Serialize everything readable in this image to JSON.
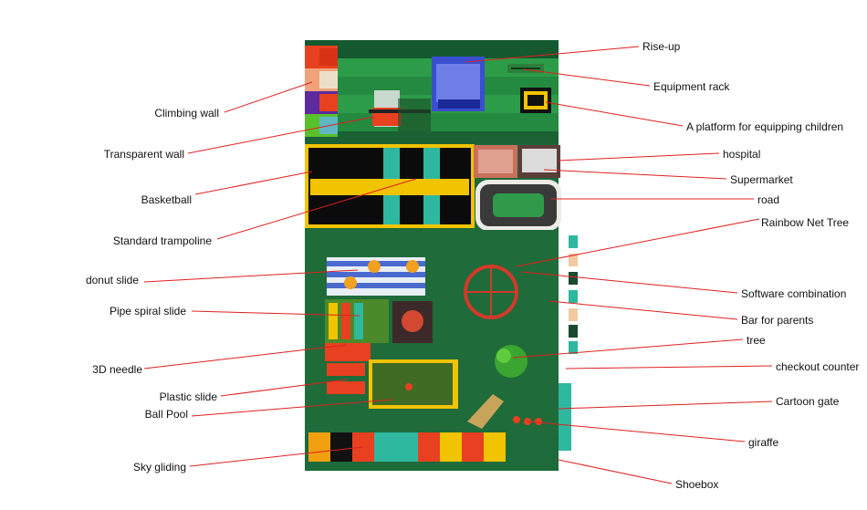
{
  "labels_left": [
    {
      "key": "climbing_wall",
      "text": "Climbing wall"
    },
    {
      "key": "transparent_wall",
      "text": "Transparent wall"
    },
    {
      "key": "basketball",
      "text": "Basketball"
    },
    {
      "key": "standard_trampoline",
      "text": "Standard trampoline"
    },
    {
      "key": "donut_slide",
      "text": "donut slide"
    },
    {
      "key": "pipe_spiral_slide",
      "text": "Pipe spiral slide"
    },
    {
      "key": "needle_3d",
      "text": "3D needle"
    },
    {
      "key": "plastic_slide",
      "text": "Plastic slide"
    },
    {
      "key": "ball_pool",
      "text": "Ball Pool"
    },
    {
      "key": "sky_gliding",
      "text": "Sky gliding"
    }
  ],
  "labels_right": [
    {
      "key": "rise_up",
      "text": "Rise-up"
    },
    {
      "key": "equipment_rack",
      "text": "Equipment rack"
    },
    {
      "key": "platform_children",
      "text": "A platform for equipping children"
    },
    {
      "key": "hospital",
      "text": "hospital"
    },
    {
      "key": "supermarket",
      "text": "Supermarket"
    },
    {
      "key": "road",
      "text": "road"
    },
    {
      "key": "rainbow_net_tree",
      "text": "Rainbow Net Tree"
    },
    {
      "key": "software_combination",
      "text": "Software combination"
    },
    {
      "key": "bar_for_parents",
      "text": "Bar for parents"
    },
    {
      "key": "tree",
      "text": "tree"
    },
    {
      "key": "checkout_counter",
      "text": "checkout counter"
    },
    {
      "key": "cartoon_gate",
      "text": "Cartoon gate"
    },
    {
      "key": "giraffe",
      "text": "giraffe"
    },
    {
      "key": "shoebox",
      "text": "Shoebox"
    }
  ],
  "colors": {
    "leader_line": "#e02020",
    "floor_dark": "#1f6b3a",
    "floor_light": "#2f9a4a",
    "teal": "#2fb8a0",
    "yellow": "#f2c300",
    "black": "#0c0c0c",
    "blue": "#3a4fd0"
  }
}
